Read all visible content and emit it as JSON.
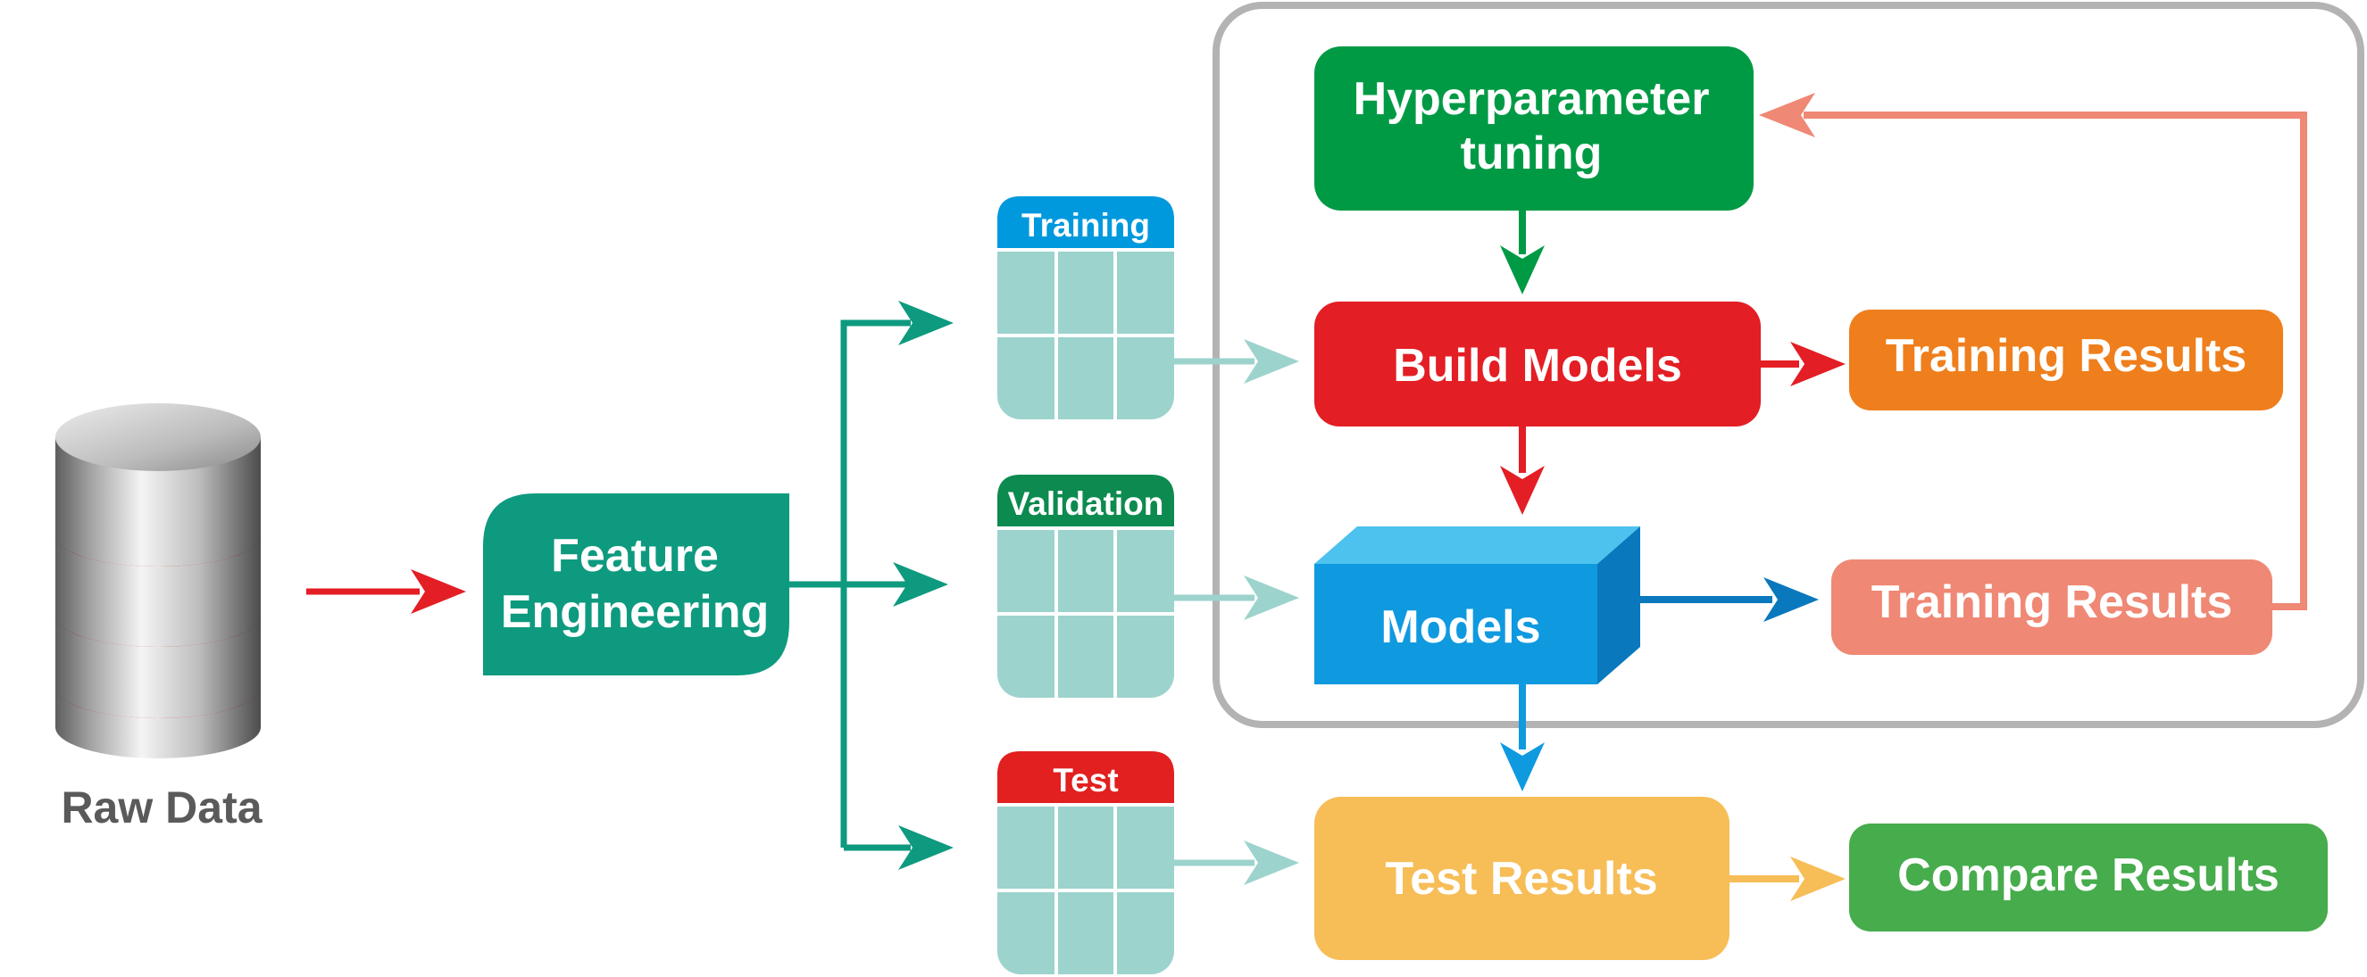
{
  "raw_data": {
    "label": "Raw Data"
  },
  "feature_engineering": {
    "line1": "Feature",
    "line2": "Engineering"
  },
  "datasets": [
    {
      "label": "Training",
      "color": "#0099dd"
    },
    {
      "label": "Validation",
      "color": "#0d8a4f"
    },
    {
      "label": "Test",
      "color": "#e1201f"
    }
  ],
  "hyperparameter": {
    "line1": "Hyperparameter",
    "line2": "tuning"
  },
  "build_models": {
    "label": "Build Models"
  },
  "models": {
    "label": "Models"
  },
  "training_results_top": {
    "label": "Training Results"
  },
  "training_results_bottom": {
    "label": "Training Results"
  },
  "test_results": {
    "label": "Test Results"
  },
  "compare_results": {
    "label": "Compare Results"
  },
  "colors": {
    "teal": "#0e9a7f",
    "table_fill": "#9cd3cd",
    "hyperparameter": "#009a45",
    "build_models": "#e31e24",
    "models_front": "#0f9ae0",
    "models_top": "#4ec2ee",
    "models_side": "#0978bd",
    "training_results_top": "#ef7e1c",
    "training_results_bottom": "#ef8874",
    "test_results": "#f7bd57",
    "compare_results": "#46ac4c",
    "frame": "#b3b3b3",
    "db_label": "#5a5a5a"
  }
}
